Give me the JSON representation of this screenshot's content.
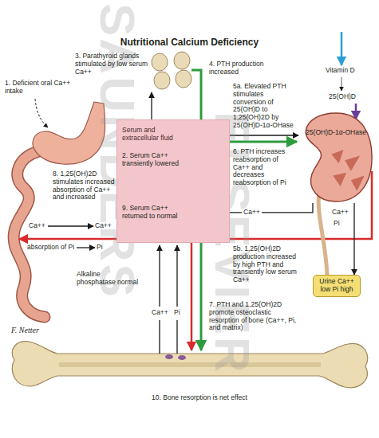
{
  "diagram": {
    "title": "Nutritional Calcium Deficiency",
    "nodes": [
      {
        "text": [
          "Serum and extracellular fluid"
        ]
      },
      {
        "text": [
          "2. Serum Ca++ transiently lowered"
        ],
        "in": 0
      },
      {
        "text": [
          "9. Serum Ca++ returned to normal"
        ],
        "in": 0
      },
      {
        "text": [
          "25(OH)D-1α-OHase"
        ]
      },
      {
        "text": [
          "Urine Ca++ low Pi high"
        ]
      }
    ],
    "edges": [
      {
        "from": 1,
        "to": 3,
        "arrow": "to"
      },
      {
        "from": 3,
        "to": 2,
        "label": "Ca++",
        "arrow": "to"
      },
      {
        "from": 3,
        "to": 4,
        "arrow": "to"
      }
    ],
    "labels": [
      "1. Deficient oral Ca++ intake",
      "3. Parathyroid glands stimulated by low serum Ca++",
      "4. PTH production increased",
      "Vitamin D",
      "25(OH)D",
      "5a. Elevated PTH stimulates conversion of 25(OH)D to 1,25(OH)2D by 25(OH)D-1α-OHase",
      "6. PTH increases reabsorption of Ca++ and decreases reabsorption of Pi",
      "8. 1,25(OH)2D stimulates increased absorption of Ca++ and increased",
      "Ca++",
      "absorption of Pi",
      "Ca++",
      "Pi",
      "Ca++",
      "Pi",
      "5b. 1,25(OH)2D production increased by high PTH and transiently low serum Ca++",
      "Alkaline phosphatase normal",
      "Ca++",
      "Pi",
      "7. PTH and 1,25(OH)2D promote osteoclastic resorption of bone (Ca++, Pi, and matrix)",
      "10. Bone resorption is net effect",
      "F. Netter",
      "SAUNDERS",
      "ELSEVIER"
    ]
  }
}
